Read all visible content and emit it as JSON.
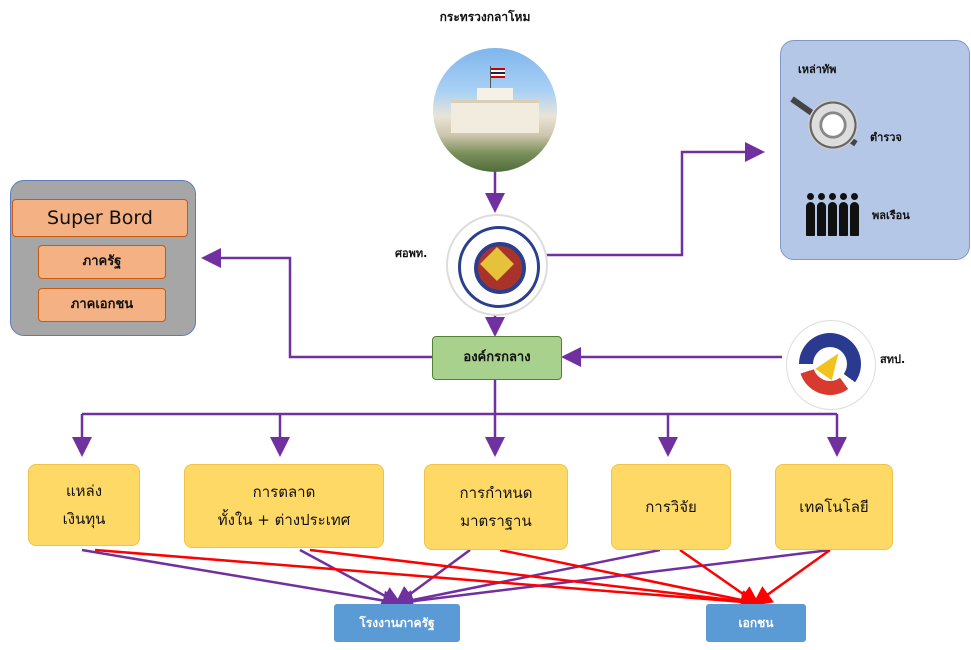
{
  "top": {
    "ministry_label": "กระทรวงกลาโหม"
  },
  "seals": {
    "left_label": "ศอพท.",
    "right_label": "สทป."
  },
  "armed_forces": {
    "title": "เหล่าทัพ",
    "police_label": "ตำรวจ",
    "civilian_label": "พลเรือน"
  },
  "super_board": {
    "title": "Super Bord",
    "items": [
      "ภาครัฐ",
      "ภาคเอกชน"
    ]
  },
  "central": {
    "label": "องค์กรกลาง"
  },
  "categories": [
    {
      "label": "แหล่ง\nเงินทุน"
    },
    {
      "label": "การตลาด\nทั้งใน + ต่างประเทศ"
    },
    {
      "label": "การกำหนด\nมาตราฐาน"
    },
    {
      "label": "การวิจัย"
    },
    {
      "label": "เทคโนโลยี"
    }
  ],
  "targets": [
    {
      "label": "โรงงานภาครัฐ"
    },
    {
      "label": "เอกชน"
    }
  ],
  "colors": {
    "purple": "#7030a0",
    "red": "#ff0000",
    "green_box": "#a9d18e",
    "yellow_box": "#ffd966",
    "blue_box": "#5b9bd5"
  }
}
